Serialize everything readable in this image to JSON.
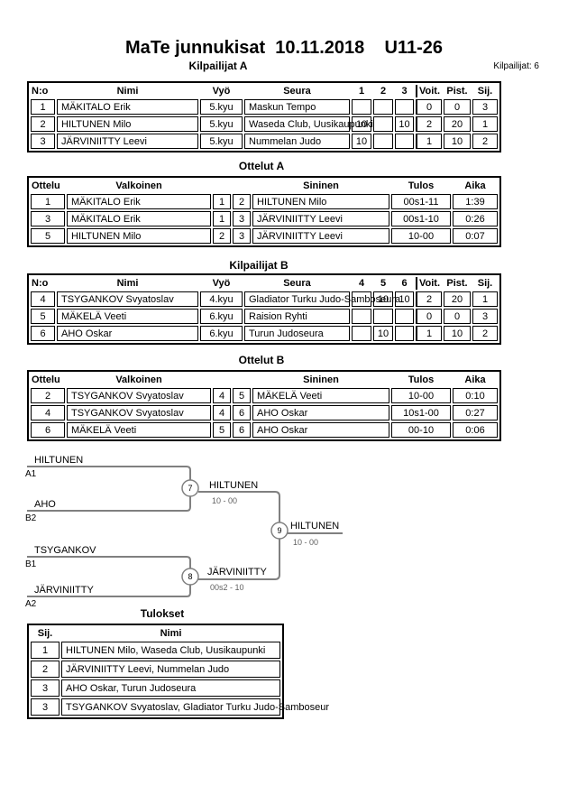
{
  "header": {
    "title": "MaTe junnukisat  10.11.2018    U11-26",
    "competitors_label": "Kilpailijat: 6"
  },
  "colors": {
    "table_border": "#000000",
    "bracket_line": "#808080",
    "score_text": "#606060"
  },
  "kilpailijat_a": {
    "title": "Kilpailijat A",
    "headers": [
      "N:o",
      "Nimi",
      "Vyö",
      "Seura",
      "1",
      "2",
      "3",
      "Voit.",
      "Pist.",
      "Sij."
    ],
    "rows": [
      {
        "no": "1",
        "nimi": "MÄKITALO Erik",
        "vyo": "5.kyu",
        "seura": "Maskun Tempo",
        "c1": "",
        "c2": "",
        "c3": "",
        "voit": "0",
        "pist": "0",
        "sij": "3"
      },
      {
        "no": "2",
        "nimi": "HILTUNEN Milo",
        "vyo": "5.kyu",
        "seura": "Waseda Club, Uusikaupunki",
        "c1": "10",
        "c2": "",
        "c3": "10",
        "voit": "2",
        "pist": "20",
        "sij": "1"
      },
      {
        "no": "3",
        "nimi": "JÄRVINIITTY Leevi",
        "vyo": "5.kyu",
        "seura": "Nummelan Judo",
        "c1": "10",
        "c2": "",
        "c3": "",
        "voit": "1",
        "pist": "10",
        "sij": "2"
      }
    ]
  },
  "ottelut_a": {
    "title": "Ottelut A",
    "headers": [
      "Ottelu",
      "Valkoinen",
      "Sininen",
      "Tulos",
      "Aika"
    ],
    "rows": [
      {
        "ottelu": "1",
        "valkoinen": "MÄKITALO Erik",
        "wno": "1",
        "bno": "2",
        "sininen": "HILTUNEN Milo",
        "tulos": "00s1-11",
        "aika": "1:39"
      },
      {
        "ottelu": "3",
        "valkoinen": "MÄKITALO Erik",
        "wno": "1",
        "bno": "3",
        "sininen": "JÄRVINIITTY Leevi",
        "tulos": "00s1-10",
        "aika": "0:26"
      },
      {
        "ottelu": "5",
        "valkoinen": "HILTUNEN Milo",
        "wno": "2",
        "bno": "3",
        "sininen": "JÄRVINIITTY Leevi",
        "tulos": "10-00",
        "aika": "0:07"
      }
    ]
  },
  "kilpailijat_b": {
    "title": "Kilpailijat B",
    "headers": [
      "N:o",
      "Nimi",
      "Vyö",
      "Seura",
      "4",
      "5",
      "6",
      "Voit.",
      "Pist.",
      "Sij."
    ],
    "rows": [
      {
        "no": "4",
        "nimi": "TSYGANKOV Svyatoslav",
        "vyo": "4.kyu",
        "seura": "Gladiator Turku Judo-Samboseura",
        "c1": "",
        "c2": "10",
        "c3": "10",
        "voit": "2",
        "pist": "20",
        "sij": "1"
      },
      {
        "no": "5",
        "nimi": "MÄKELÄ Veeti",
        "vyo": "6.kyu",
        "seura": "Raision Ryhti",
        "c1": "",
        "c2": "",
        "c3": "",
        "voit": "0",
        "pist": "0",
        "sij": "3"
      },
      {
        "no": "6",
        "nimi": "AHO Oskar",
        "vyo": "6.kyu",
        "seura": "Turun Judoseura",
        "c1": "",
        "c2": "10",
        "c3": "",
        "voit": "1",
        "pist": "10",
        "sij": "2"
      }
    ]
  },
  "ottelut_b": {
    "title": "Ottelut B",
    "headers": [
      "Ottelu",
      "Valkoinen",
      "Sininen",
      "Tulos",
      "Aika"
    ],
    "rows": [
      {
        "ottelu": "2",
        "valkoinen": "TSYGANKOV Svyatoslav",
        "wno": "4",
        "bno": "5",
        "sininen": "MÄKELÄ Veeti",
        "tulos": "10-00",
        "aika": "0:10"
      },
      {
        "ottelu": "4",
        "valkoinen": "TSYGANKOV Svyatoslav",
        "wno": "4",
        "bno": "6",
        "sininen": "AHO Oskar",
        "tulos": "10s1-00",
        "aika": "0:27"
      },
      {
        "ottelu": "6",
        "valkoinen": "MÄKELÄ Veeti",
        "wno": "5",
        "bno": "6",
        "sininen": "AHO Oskar",
        "tulos": "00-10",
        "aika": "0:06"
      }
    ]
  },
  "bracket": {
    "sf1": {
      "top": "HILTUNEN",
      "top_seed": "A1",
      "bottom": "AHO",
      "bottom_seed": "B2",
      "match_no": "7",
      "winner": "HILTUNEN",
      "score": "10 - 00"
    },
    "sf2": {
      "top": "TSYGANKOV",
      "top_seed": "B1",
      "bottom": "JÄRVINIITTY",
      "bottom_seed": "A2",
      "match_no": "8",
      "winner": "JÄRVINIITTY",
      "score": "00s2 - 10"
    },
    "final": {
      "match_no": "9",
      "winner": "HILTUNEN",
      "score": "10 - 00"
    }
  },
  "tulokset": {
    "title": "Tulokset",
    "headers": [
      "Sij.",
      "Nimi"
    ],
    "rows": [
      {
        "sij": "1",
        "nimi": "HILTUNEN Milo, Waseda Club, Uusikaupunki"
      },
      {
        "sij": "2",
        "nimi": "JÄRVINIITTY Leevi, Nummelan Judo"
      },
      {
        "sij": "3",
        "nimi": "AHO Oskar, Turun Judoseura"
      },
      {
        "sij": "3",
        "nimi": "TSYGANKOV Svyatoslav, Gladiator Turku Judo-Samboseur"
      }
    ]
  }
}
